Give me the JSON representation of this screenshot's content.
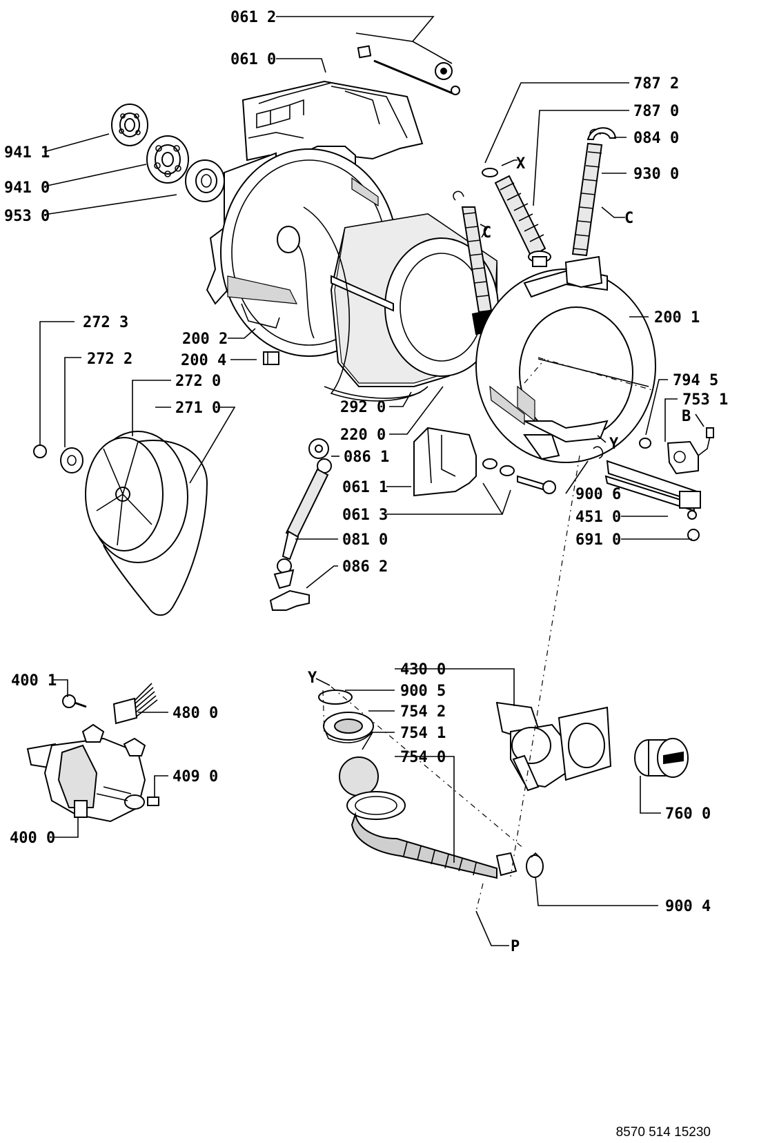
{
  "diagram": {
    "labels": [
      {
        "id": "061-2",
        "text": "061 2"
      },
      {
        "id": "061-0",
        "text": "061 0"
      },
      {
        "id": "941-1",
        "text": "941 1"
      },
      {
        "id": "941-0",
        "text": "941 0"
      },
      {
        "id": "953-0",
        "text": "953 0"
      },
      {
        "id": "787-2",
        "text": "787 2"
      },
      {
        "id": "787-0",
        "text": "787 0"
      },
      {
        "id": "084-0",
        "text": "084 0"
      },
      {
        "id": "930-0",
        "text": "930 0"
      },
      {
        "id": "X-upper",
        "text": "X"
      },
      {
        "id": "C-middle",
        "text": "C"
      },
      {
        "id": "C-right",
        "text": "C"
      },
      {
        "id": "272-3",
        "text": "272 3"
      },
      {
        "id": "272-2",
        "text": "272 2"
      },
      {
        "id": "272-0",
        "text": "272 0"
      },
      {
        "id": "271-0",
        "text": "271 0"
      },
      {
        "id": "200-2",
        "text": "200 2"
      },
      {
        "id": "200-4",
        "text": "200 4"
      },
      {
        "id": "200-1",
        "text": "200 1"
      },
      {
        "id": "292-0",
        "text": "292 0"
      },
      {
        "id": "220-0",
        "text": "220 0"
      },
      {
        "id": "794-5",
        "text": "794 5"
      },
      {
        "id": "753-1",
        "text": "753 1"
      },
      {
        "id": "B-upper",
        "text": "B"
      },
      {
        "id": "Y-upper",
        "text": "Y"
      },
      {
        "id": "086-1",
        "text": "086 1"
      },
      {
        "id": "061-1",
        "text": "061 1"
      },
      {
        "id": "061-3",
        "text": "061 3"
      },
      {
        "id": "900-6",
        "text": "900 6"
      },
      {
        "id": "451-0",
        "text": "451 0"
      },
      {
        "id": "691-0",
        "text": "691 0"
      },
      {
        "id": "081-0",
        "text": "081 0"
      },
      {
        "id": "086-2",
        "text": "086 2"
      },
      {
        "id": "400-1",
        "text": "400 1"
      },
      {
        "id": "480-0",
        "text": "480 0"
      },
      {
        "id": "409-0",
        "text": "409 0"
      },
      {
        "id": "400-0",
        "text": "400 0"
      },
      {
        "id": "Y-lower",
        "text": "Y"
      },
      {
        "id": "430-0",
        "text": "430 0"
      },
      {
        "id": "900-5",
        "text": "900 5"
      },
      {
        "id": "754-2",
        "text": "754 2"
      },
      {
        "id": "754-1",
        "text": "754 1"
      },
      {
        "id": "754-0",
        "text": "754 0"
      },
      {
        "id": "760-0",
        "text": "760 0"
      },
      {
        "id": "900-4",
        "text": "900 4"
      },
      {
        "id": "P-lower",
        "text": "P"
      }
    ],
    "reference_number": "8570 514 15230"
  }
}
